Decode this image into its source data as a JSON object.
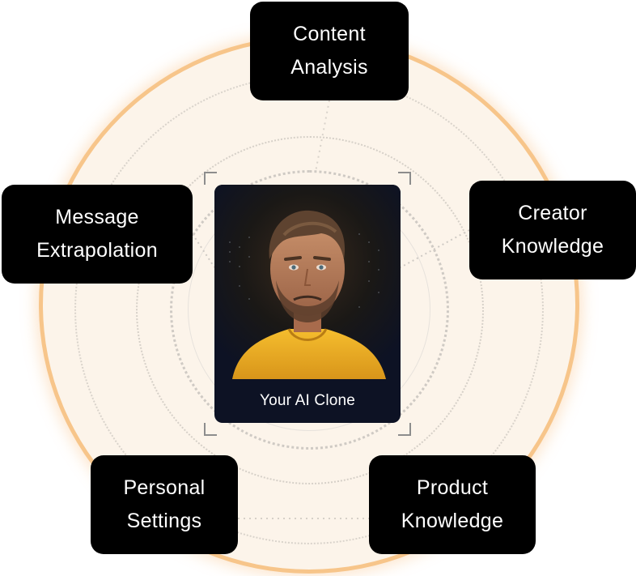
{
  "diagram": {
    "center": {
      "caption": "Your AI Clone"
    },
    "nodes": {
      "content_analysis": {
        "line1": "Content",
        "line2": "Analysis"
      },
      "creator_knowledge": {
        "line1": "Creator",
        "line2": "Knowledge"
      },
      "message_extrapolation": {
        "line1": "Message",
        "line2": "Extrapolation"
      },
      "personal_settings": {
        "line1": "Personal",
        "line2": "Settings"
      },
      "product_knowledge": {
        "line1": "Product",
        "line2": "Knowledge"
      }
    }
  },
  "colors": {
    "ring_border": "#f7c58a",
    "ring_fill": "#fcf4ea",
    "node_bg": "#000000",
    "node_text": "#ffffff",
    "card_bg": "#0d1224",
    "shirt": "#f0b124"
  }
}
